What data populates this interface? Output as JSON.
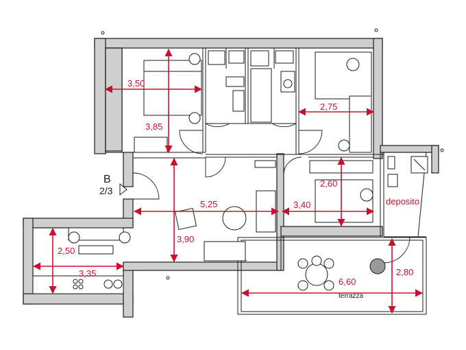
{
  "dimensions": {
    "bedroom_1_width": "3,50",
    "bedroom_1_depth": "3,85",
    "bedroom_2_width": "2,75",
    "bedroom_3_depth": "2,60",
    "bedroom_3_width": "3,40",
    "living_width": "5,25",
    "living_depth": "3,90",
    "kitchen_depth": "2,50",
    "kitchen_width": "3,35",
    "terrace_width": "6,60",
    "terrace_depth": "2,80"
  },
  "labels": {
    "storage": "deposito",
    "terrace": "terrazza",
    "section_letter": "B",
    "section_ref": "2/3"
  },
  "colors": {
    "dimension": "#c8102e",
    "wall_fill": "#cfcfcf",
    "line": "#1a1a1a"
  }
}
